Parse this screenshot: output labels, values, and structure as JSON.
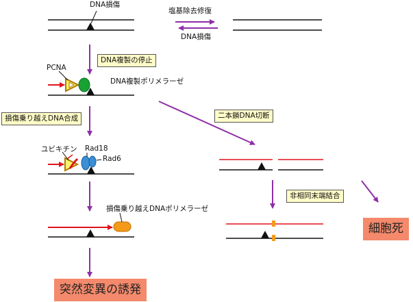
{
  "labels": {
    "dna_damage_top": "DNA損傷",
    "base_excision_repair": "塩基除去修復",
    "dna_damage_reverse": "DNA損傷",
    "pcna": "PCNA",
    "dna_polymerase": "DNA複製ポリメラーゼ",
    "ubiquitin": "ユビキチン",
    "rad18": "Rad18",
    "rad6": "Rad6",
    "tls_polymerase": "損傷乗り越えDNAポリメラーゼ"
  },
  "boxes": {
    "replication_stall": "DNA複製の停止",
    "tls_synthesis": "損傷乗り越えDNA合成",
    "double_strand_break": "二本鎖DNA切断",
    "nhej": "非相同末端結合"
  },
  "outcomes": {
    "mutation": "突然変異の誘発",
    "cell_death": "細胞死"
  },
  "colors": {
    "arrow": "#8e2fa6",
    "strand": "#111111",
    "new_strand": "#e0141c",
    "polymerase": "#19a234",
    "pcna_fill": "#f8f26a",
    "pcna_stroke": "#b07a00",
    "rad_blue": "#3a8fd6",
    "tls_orange": "#f39a1a",
    "outcome": "#f4896b",
    "note_box": "#fffdc8"
  },
  "icons": [
    "lesion-triangle-icon",
    "pcna-ring-icon",
    "polymerase-icon",
    "ubiquitin-icon",
    "rad18-icon",
    "rad6-icon",
    "tls-polymerase-icon"
  ]
}
